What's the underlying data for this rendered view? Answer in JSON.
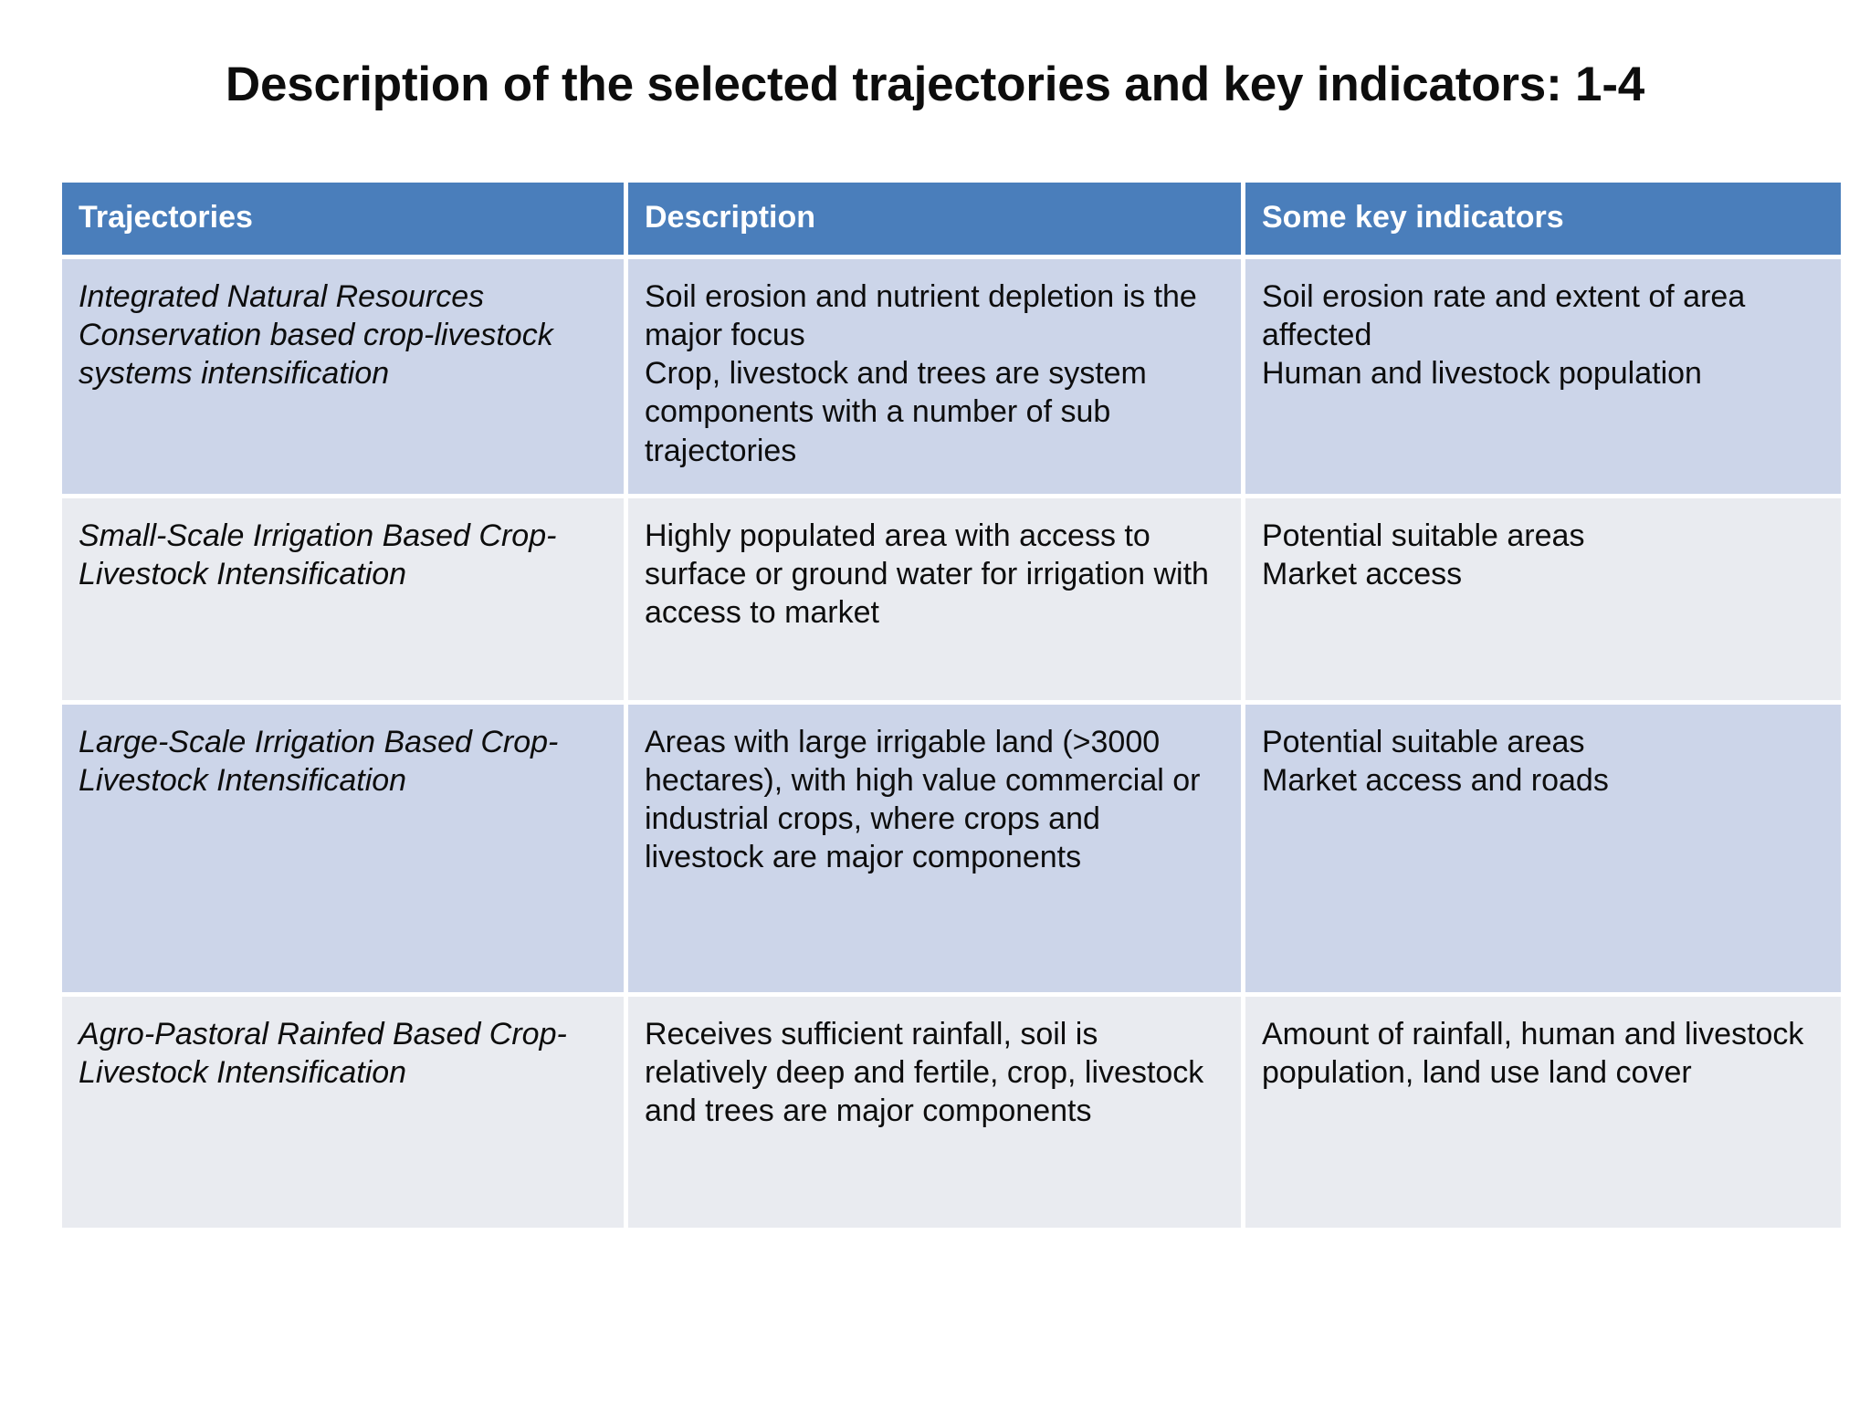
{
  "slide": {
    "title": "Description of the selected trajectories and key indicators: 1-4",
    "colors": {
      "header_blue": "#4a7ebb",
      "header_text": "#ffffff",
      "row_band_a": "#ccd5e9",
      "row_band_b": "#e9ebf0",
      "body_text": "#0d0d0d",
      "page_background": "#ffffff",
      "cell_gap": "#ffffff"
    }
  },
  "table": {
    "columns": [
      {
        "key": "trajectories",
        "label": "Trajectories"
      },
      {
        "key": "description",
        "label": "Description"
      },
      {
        "key": "indicators",
        "label": "Some key indicators"
      }
    ],
    "rows": [
      {
        "trajectory": "Integrated Natural Resources Conservation based crop-livestock systems intensification",
        "description": "Soil erosion and nutrient depletion is the major focus\nCrop, livestock and trees are system components with a number of sub trajectories",
        "indicators": "Soil erosion rate and extent of area affected\nHuman and livestock population"
      },
      {
        "trajectory": "Small-Scale Irrigation Based Crop-Livestock Intensification",
        "description": "Highly populated area with access to surface or ground water for irrigation with access to market",
        "indicators": "Potential suitable areas\nMarket access"
      },
      {
        "trajectory": "Large-Scale Irrigation Based Crop-Livestock Intensification",
        "description": "Areas with large irrigable land (>3000 hectares), with high value commercial or industrial crops, where crops and livestock are major components",
        "indicators": "Potential suitable areas\nMarket access and roads"
      },
      {
        "trajectory": "Agro-Pastoral Rainfed Based Crop-Livestock Intensification",
        "description": "Receives sufficient rainfall, soil is relatively deep and fertile, crop, livestock and trees are major components",
        "indicators": "Amount of rainfall, human and livestock population, land use land cover"
      }
    ]
  }
}
